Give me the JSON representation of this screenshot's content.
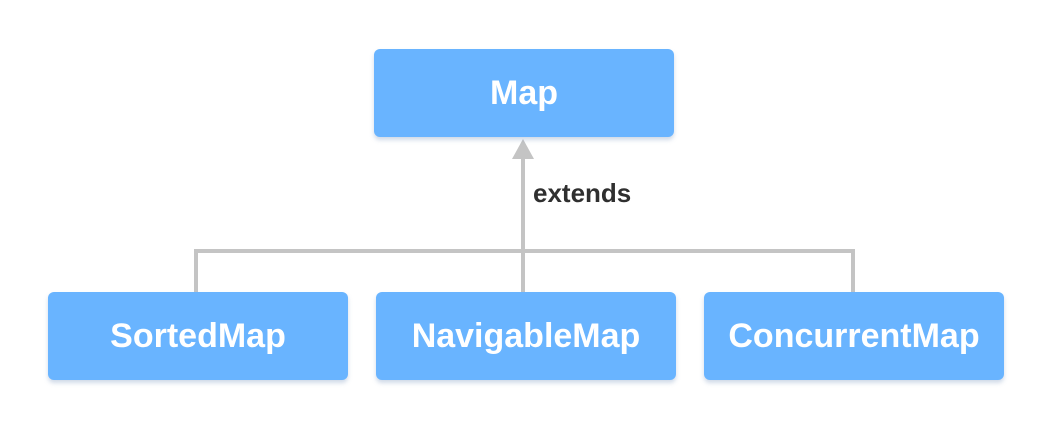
{
  "diagram": {
    "root": {
      "label": "Map"
    },
    "edge_label": "extends",
    "children": [
      {
        "label": "SortedMap"
      },
      {
        "label": "NavigableMap"
      },
      {
        "label": "ConcurrentMap"
      }
    ],
    "colors": {
      "node_fill": "#69b4ff",
      "node_text": "#ffffff",
      "connector": "#c4c4c4",
      "label_text": "#2f2f2f"
    }
  }
}
